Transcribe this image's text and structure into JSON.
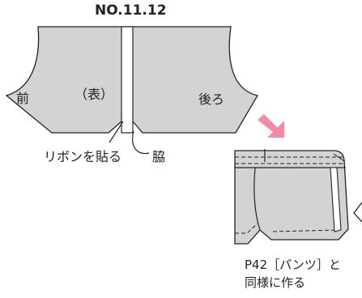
{
  "title": "NO.11.12",
  "pattern": {
    "front_label": "前",
    "face_label": "（表）",
    "back_label": "後ろ",
    "ribbon_label": "リボンを貼る",
    "side_label": "脇"
  },
  "note": {
    "line1": "P42［パンツ］と",
    "line2": "同様に作る"
  },
  "colors": {
    "fabric": "#d3d3d3",
    "outline": "#222222",
    "arrow": "#f28aa2",
    "ribbon": "#ffffff"
  }
}
